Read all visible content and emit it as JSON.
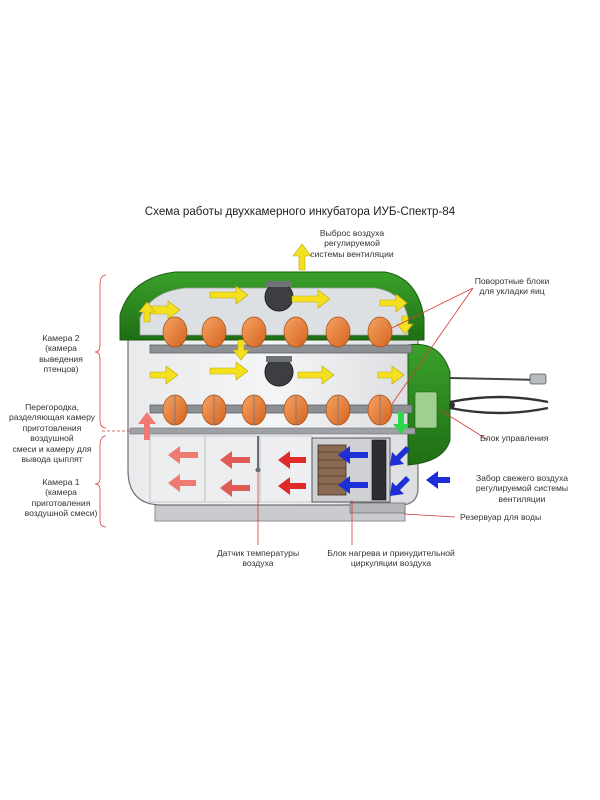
{
  "title": "Схема работы двухкамерного инкубатора ИУБ-Спектр-84",
  "labels": {
    "exhaust": [
      "Выброс воздуха",
      "регулируемой",
      "системы вентиляции"
    ],
    "turning": [
      "Поворотные блоки",
      "для укладки яиц"
    ],
    "chamber2": [
      "Камера 2",
      "(камера выведения",
      "птенцов)"
    ],
    "partition": [
      "Перегородка,",
      "разделяющая камеру",
      "приготовления воздушной",
      "смеси и камеру для",
      "вывода цыплят"
    ],
    "control": [
      "Блок управления"
    ],
    "chamber1": [
      "Камера 1",
      "(камера",
      "приготовления",
      "воздушной смеси)"
    ],
    "intake": [
      "Забор свежего воздуха",
      "регулируемой системы вентиляции"
    ],
    "reservoir": [
      "Резервуар для воды"
    ],
    "sensor": [
      "Датчик температуры",
      "воздуха"
    ],
    "heater": [
      "Блок нагрева и принудительной",
      "циркуляции воздуха"
    ]
  },
  "colors": {
    "lid_green": "#2e8b1f",
    "egg": "#e8803a",
    "arrow_yellow": "#f5e020",
    "arrow_red": "#e02a2a",
    "arrow_pink": "#ef7a72",
    "arrow_blue": "#1d2fd6",
    "arrow_green": "#2ed84a",
    "leader_red": "#d63a3a"
  }
}
